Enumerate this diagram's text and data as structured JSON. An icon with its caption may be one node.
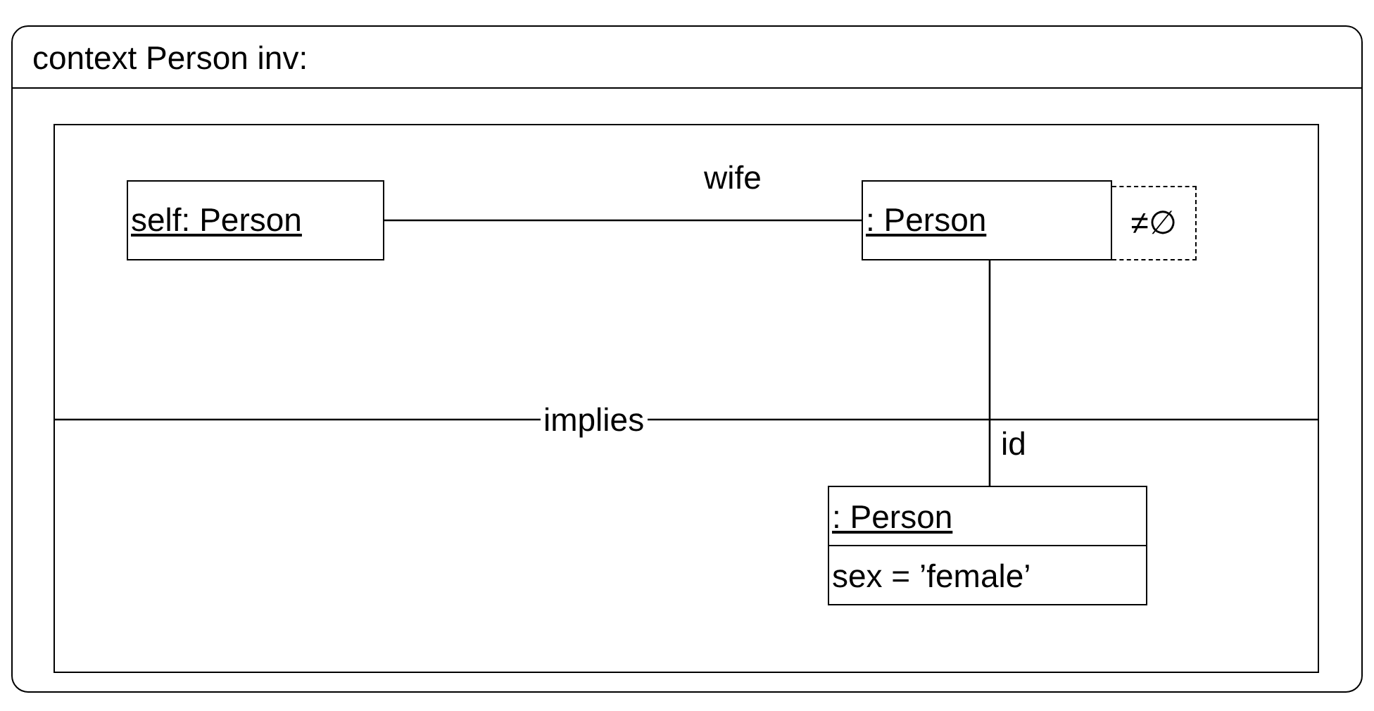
{
  "diagram": {
    "nodes": [
      {
        "text": [
          "context Person inv:"
        ]
      },
      {
        "text": [],
        "shape": "box",
        "in": 0
      },
      {
        "text": [
          "self: Person"
        ],
        "in": 1
      },
      {
        "text": [
          ": Person"
        ],
        "in": 1
      },
      {
        "text": [
          "≠∅"
        ],
        "in": 1
      },
      {
        "text": [
          ": Person",
          "sex = ’female’"
        ],
        "in": 1
      }
    ],
    "edges": [
      {
        "from": 2,
        "to": 3,
        "arrow": "none",
        "label": "wife"
      },
      {
        "from": 3,
        "to": 5,
        "arrow": "none",
        "label": "id"
      }
    ],
    "labels": [
      "implies"
    ]
  }
}
